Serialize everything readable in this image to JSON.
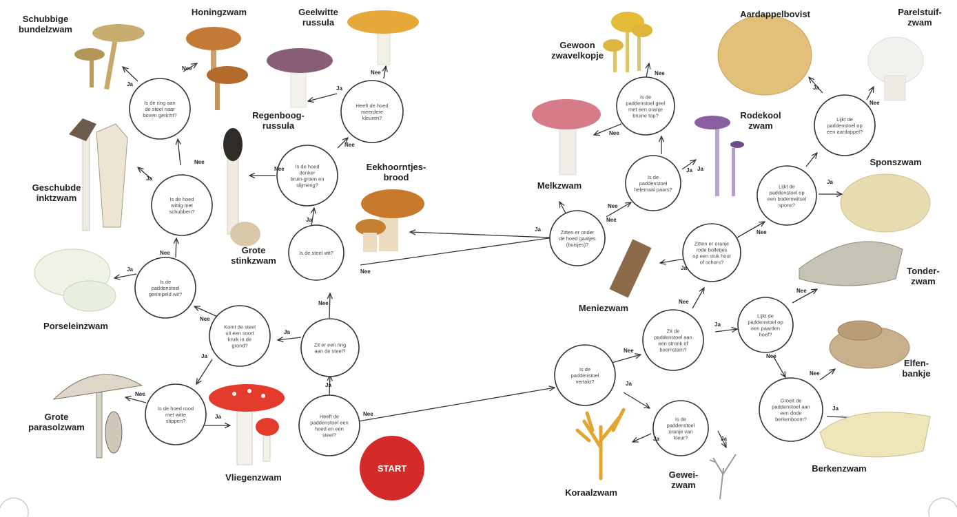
{
  "start_label": "START",
  "yes_label": "Ja",
  "no_label": "Nee",
  "questions": {
    "q_start": "Heeft de paddenstoel een hoed en een steel?",
    "q_ring": "Zit er een ring aan de steel?",
    "q_witte": "Is de steel wit?",
    "q_volva": "Komt de steel uit een soort kruik in de grond?",
    "q_rood": "Is de hoed rood met witte stippen?",
    "q_gerimpeld": "Is de paddenstoel gerimpeld wit?",
    "q_schubben": "Is de hoed wittig met schubben?",
    "q_kraag": "Is de ring aan de steel naar boven gericht?",
    "q_donker": "Is de hoed donker bruin-groen en slijmerig?",
    "q_kleuren": "Heeft de hoed meerdere kleuren?",
    "q_buisjes": "Zitten er onder de hoed gaatjes (buisjes)?",
    "q_paars": "Is de paddenstoel helemaal paars?",
    "q_geel": "Is de paddenstoel geel met een oranje bruine top?",
    "q_oranje_bolletjes": "Zitten er oranje rode bolletjes op een stuk hout of schors?",
    "q_bodem": "Lijkt de paddenstoel op een bodemwitsel spons?",
    "q_aardappel": "Lijkt de paddenstoel op een aardappel?",
    "q_vertakt": "Is de paddenstoel vertakt?",
    "q_stronk": "Zit de paddenstoel aan een stronk of boomstam?",
    "q_hoef": "Lijkt de paddenstoel op een paarden hoef?",
    "q_berk": "Groeit de paddenstoel aan een dode berkenboom?",
    "q_oranje_kleur": "Is de paddenstoel oranje van kleur?"
  },
  "species": {
    "schubbige": [
      "Schubbige",
      "bundelzwam"
    ],
    "honing": [
      "Honingzwam"
    ],
    "geelwitte": [
      "Geelwitte",
      "russula"
    ],
    "regenboog": [
      "Regenboog-",
      "russula"
    ],
    "eekhoorn": [
      "Eekhoorntjes-",
      "brood"
    ],
    "geschubde": [
      "Geschubde",
      "inktzwam"
    ],
    "stinkzwam": [
      "Grote",
      "stinkzwam"
    ],
    "porselein": [
      "Porseleinzwam"
    ],
    "parasol": [
      "Grote",
      "parasolzwam"
    ],
    "vlieg": [
      "Vliegenzwam"
    ],
    "zwavel": [
      "Gewoon",
      "zwavelkopje"
    ],
    "aardappel": [
      "Aardappelbovist"
    ],
    "parelstuif": [
      "Parelstuif-",
      "zwam"
    ],
    "melk": [
      "Melkzwam"
    ],
    "rodekool": [
      "Rodekool",
      "zwam"
    ],
    "spons": [
      "Sponszwam"
    ],
    "menie": [
      "Meniezwam"
    ],
    "tonder": [
      "Tonder-",
      "zwam"
    ],
    "elfen": [
      "Elfen-",
      "bankje"
    ],
    "koraal": [
      "Koraalzwam"
    ],
    "gewei": [
      "Gewei-",
      "zwam"
    ],
    "berken": [
      "Berkenzwam"
    ]
  },
  "colors": {
    "start_red": "#d42a2a",
    "outline": "#333333",
    "arrow": "#333333"
  }
}
